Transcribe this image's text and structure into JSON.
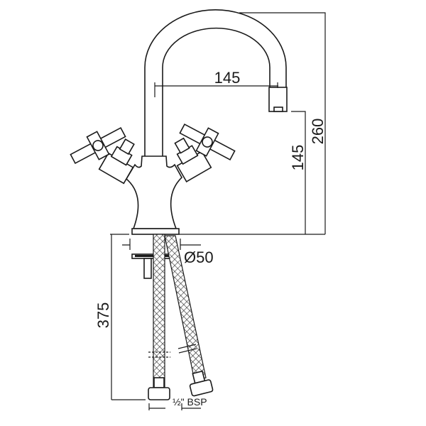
{
  "drawing": {
    "title": "Mono basin mixer tap technical drawing",
    "dimensions": {
      "spout_reach": "145",
      "total_height": "260",
      "spout_outlet_height": "145",
      "base_diameter": "Ø50",
      "hose_length": "375",
      "connection": "½\" BSP"
    },
    "line_color": "#1a1a1a",
    "background": "#ffffff"
  }
}
